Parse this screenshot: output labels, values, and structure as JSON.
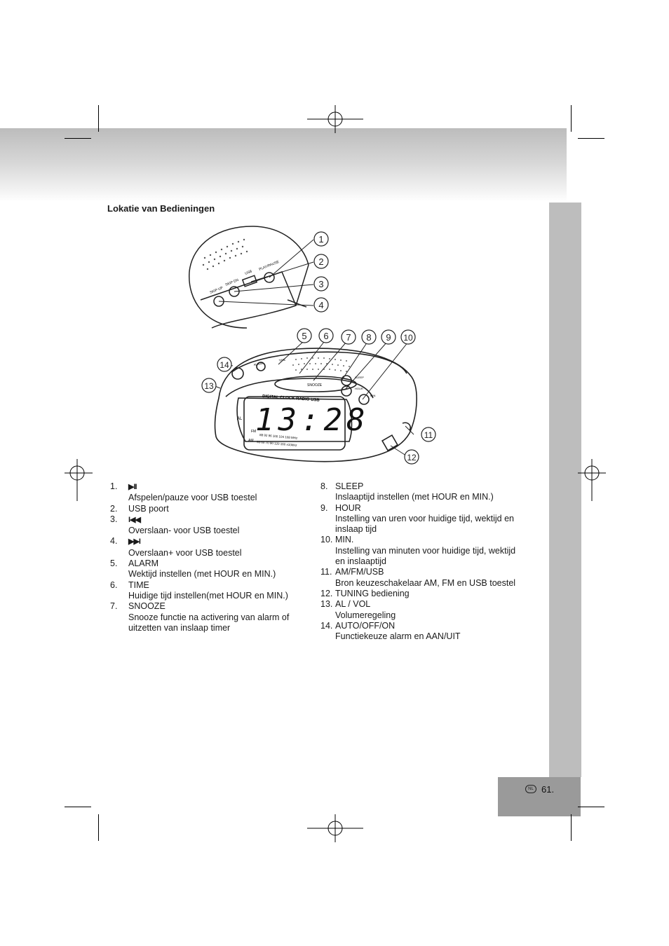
{
  "section_title": "Lokatie van Bedieningen",
  "page": {
    "number": "61.",
    "lang_badge": "NL"
  },
  "figure": {
    "device_label": "DIGITAL CLOCK RADIO USB",
    "time_display": "13:28",
    "side_buttons": [
      "SKIP UP",
      "SKIP DN",
      "USB",
      "PLAY/PAUSE"
    ],
    "button_labels": [
      "ALARM",
      "TIME",
      "SNOOZE",
      "SLEEP",
      "HOUR",
      "MIN"
    ],
    "display_marks": [
      "AL",
      "FM",
      "AM"
    ],
    "fm_scale": "88  92  96  100  104  108  MHz",
    "am_scale": "53  60  70  90  120  160 x10kHz",
    "callouts": [
      "1",
      "2",
      "3",
      "4",
      "5",
      "6",
      "7",
      "8",
      "9",
      "10",
      "11",
      "12",
      "13",
      "14"
    ]
  },
  "left_list": [
    {
      "num": "1.",
      "title": "▶II",
      "desc": [
        "Afspelen/pauze voor USB toestel"
      ]
    },
    {
      "num": "2.",
      "title": "USB poort",
      "desc": []
    },
    {
      "num": "3.",
      "title": "I◀◀",
      "desc": [
        "Overslaan- voor USB toestel"
      ]
    },
    {
      "num": "4.",
      "title": "▶▶I",
      "desc": [
        "Overslaan+ voor USB toestel"
      ]
    },
    {
      "num": "5.",
      "title": "ALARM",
      "desc": [
        "Wektijd instellen (met HOUR en MIN.)"
      ]
    },
    {
      "num": "6.",
      "title": "TIME",
      "desc": [
        "Huidige tijd instellen(met HOUR en MIN.)"
      ]
    },
    {
      "num": "7.",
      "title": "SNOOZE",
      "desc": [
        "Snooze functie na activering van alarm of",
        "uitzetten van inslaap timer"
      ]
    }
  ],
  "right_list": [
    {
      "num": "8.",
      "title": "SLEEP",
      "desc": [
        "Inslaaptijd instellen (met HOUR en MIN.)"
      ]
    },
    {
      "num": "9.",
      "title": "HOUR",
      "desc": [
        "Instelling van uren voor huidige tijd, wektijd en",
        "inslaap tijd"
      ]
    },
    {
      "num": "10.",
      "title": "MIN.",
      "desc": [
        "Instelling van minuten voor huidige tijd, wektijd",
        "en inslaaptijd"
      ]
    },
    {
      "num": "11.",
      "title": "AM/FM/USB",
      "desc": [
        "Bron keuzeschakelaar AM, FM en USB toestel"
      ]
    },
    {
      "num": "12.",
      "title": "TUNING bediening",
      "desc": []
    },
    {
      "num": "13.",
      "title": "AL / VOL",
      "desc": [
        "Volumeregeling"
      ]
    },
    {
      "num": "14.",
      "title": "AUTO/OFF/ON",
      "desc": [
        "Functiekeuze alarm en AAN/UIT"
      ]
    }
  ]
}
